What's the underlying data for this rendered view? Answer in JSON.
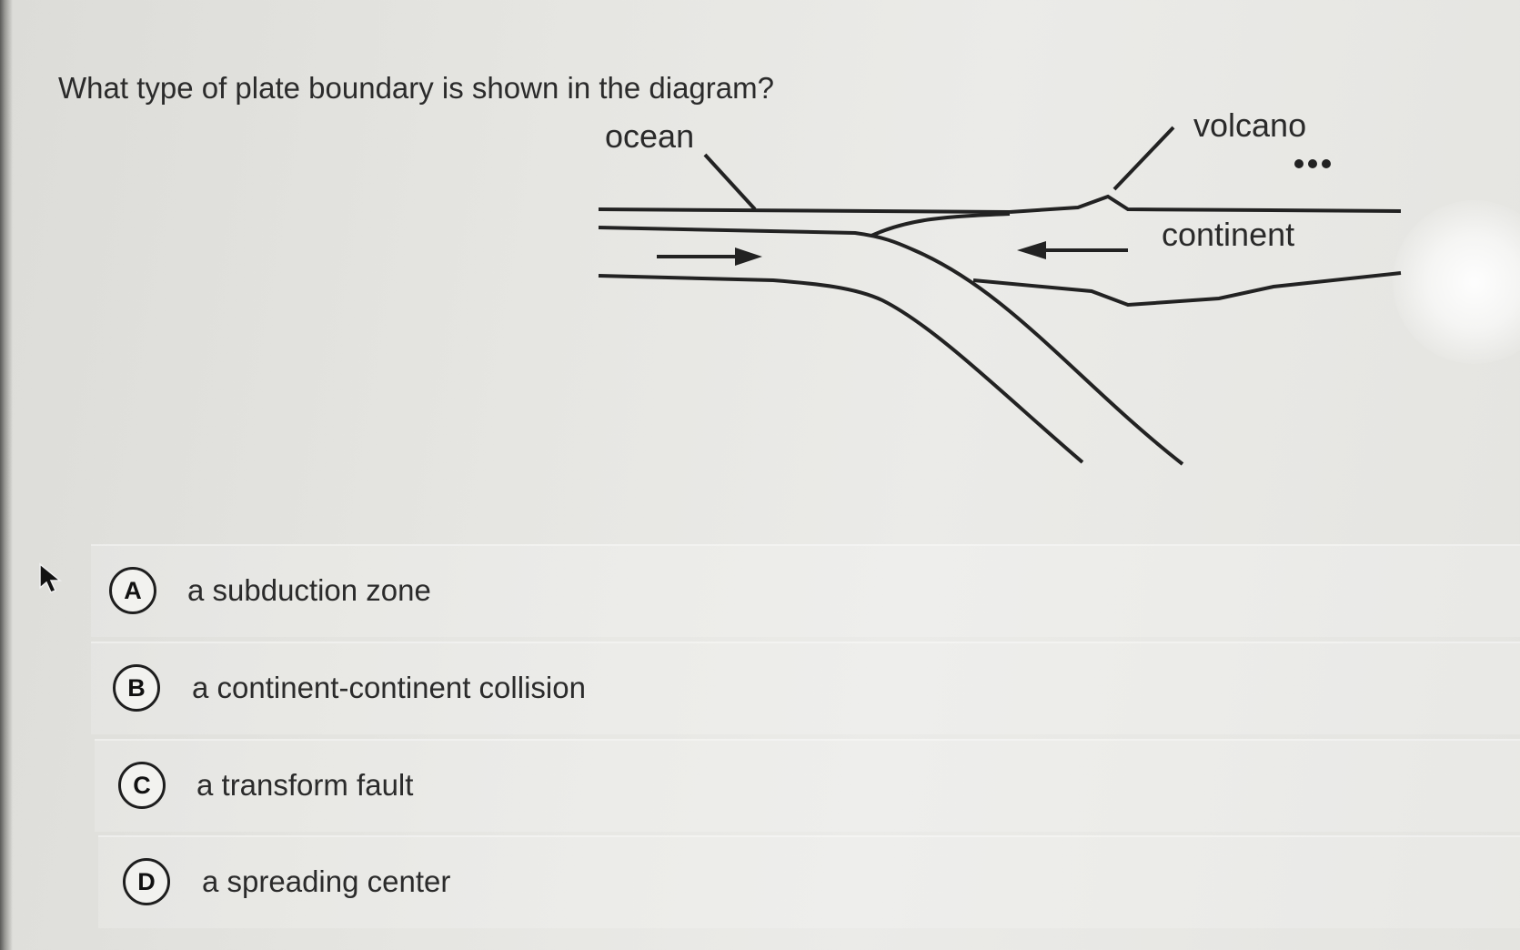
{
  "question": {
    "text": "What type of plate boundary is shown in the diagram?"
  },
  "diagram": {
    "labels": {
      "ocean": "ocean",
      "volcano": "volcano",
      "continent": "continent"
    },
    "icons": [
      "arrow-right-icon",
      "arrow-left-icon",
      "ellipsis-icon"
    ]
  },
  "choices": [
    {
      "letter": "A",
      "text": "a subduction zone"
    },
    {
      "letter": "B",
      "text": "a continent-continent collision"
    },
    {
      "letter": "C",
      "text": "a transform fault"
    },
    {
      "letter": "D",
      "text": "a spreading center"
    }
  ],
  "colors": {
    "text": "#2b2b2b",
    "badge_border": "#1e1e1e",
    "background": "#e6e6e2"
  }
}
